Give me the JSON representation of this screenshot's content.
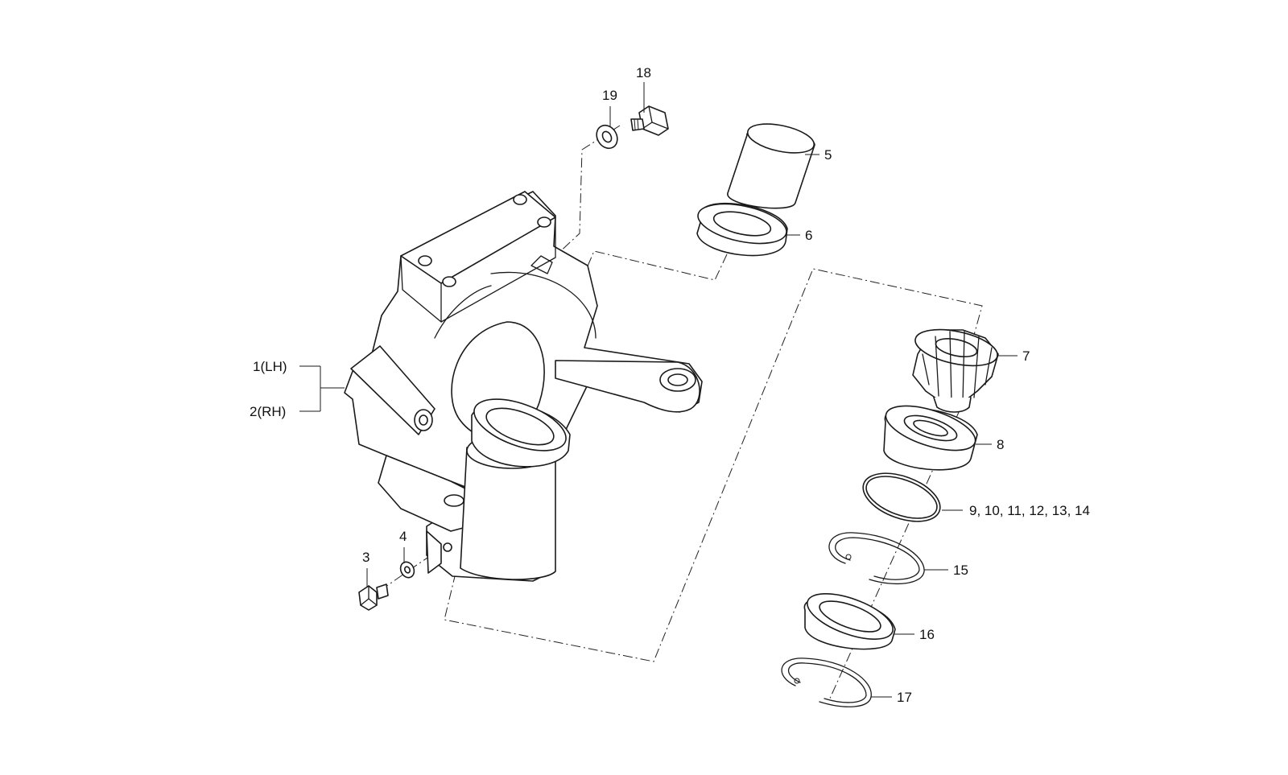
{
  "callouts": {
    "lh": "1(LH)",
    "rh": "2(RH)",
    "p3": "3",
    "p4": "4",
    "p5": "5",
    "p6": "6",
    "p7": "7",
    "p8": "8",
    "p9_14": "9, 10, 11, 12, 13, 14",
    "p15": "15",
    "p16": "16",
    "p17": "17",
    "p18": "18",
    "p19": "19"
  },
  "colors": {
    "line": "#1a1a1a",
    "background": "#ffffff"
  }
}
